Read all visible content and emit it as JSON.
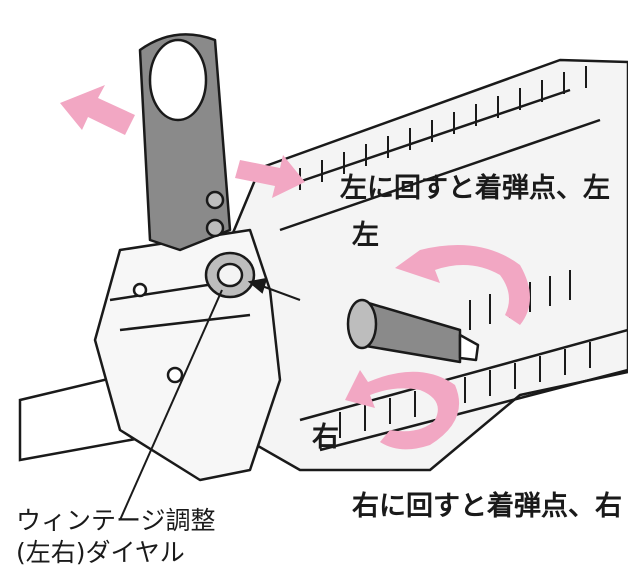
{
  "labels": {
    "left_rotation": "左に回すと着弾点、左",
    "left_short": "左",
    "right_short": "右",
    "right_rotation": "右に回すと着弾点、右",
    "dial_name_line1": "ウィンテージ調整",
    "dial_name_line2": "(左右)ダイヤル"
  },
  "colors": {
    "arrow_pink": "#f2a7c3",
    "line": "#1a1a1a",
    "sight_body": "#8a8a8a",
    "rail": "#f4f4f4"
  }
}
